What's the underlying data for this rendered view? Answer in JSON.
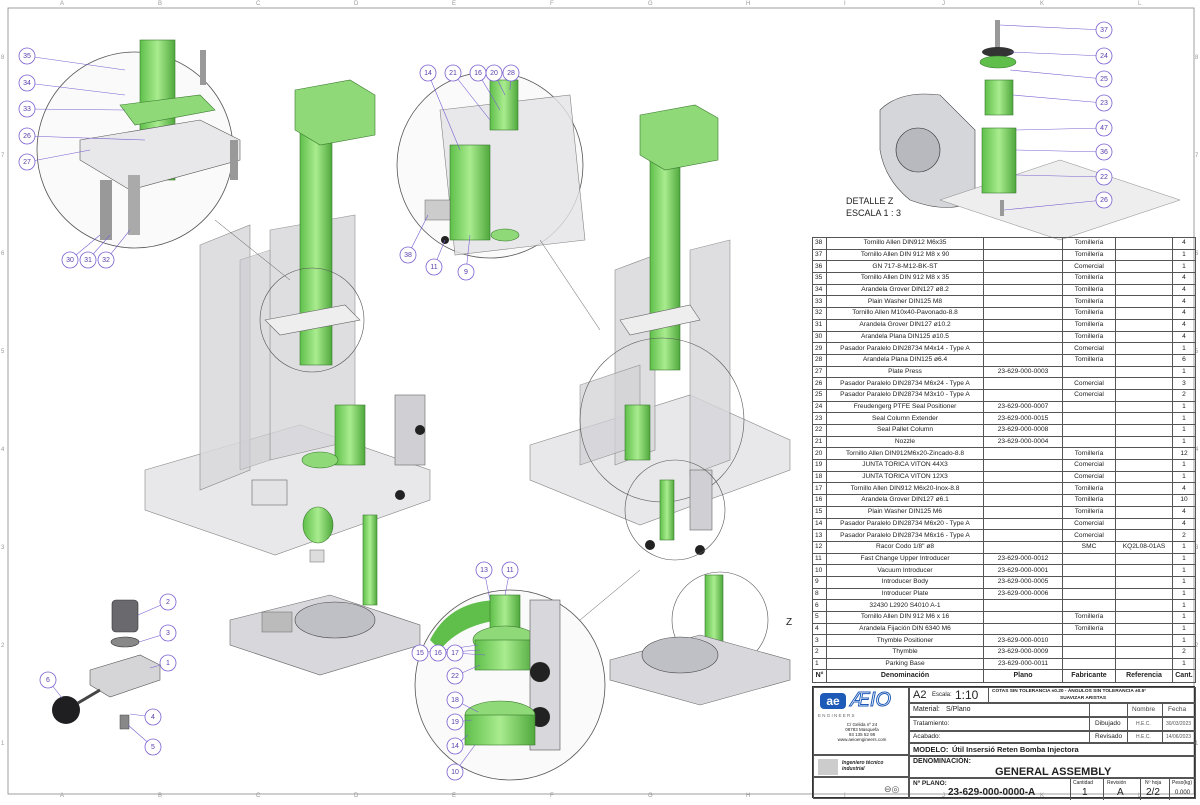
{
  "frame": {
    "columns": [
      "A",
      "B",
      "C",
      "D",
      "E",
      "F",
      "G",
      "H",
      "I",
      "J",
      "K",
      "L"
    ],
    "rows": [
      "8",
      "7",
      "6",
      "5",
      "4",
      "3",
      "2",
      "1"
    ]
  },
  "detail_z": {
    "title": "DETALLE Z",
    "scale": "ESCALA 1 : 3",
    "view_marker": "Z"
  },
  "balloons": [
    "35",
    "34",
    "33",
    "26",
    "27",
    "30",
    "31",
    "32",
    "14",
    "21",
    "16",
    "20",
    "28",
    "38",
    "11",
    "9",
    "37",
    "24",
    "25",
    "23",
    "47",
    "36",
    "22",
    "26",
    "2",
    "3",
    "1",
    "6",
    "4",
    "5",
    "13",
    "11",
    "15",
    "16",
    "17",
    "22",
    "18",
    "19",
    "14",
    "10"
  ],
  "bom": {
    "headers": [
      "N°",
      "Denominación",
      "Plano",
      "Fabricante",
      "Referencia",
      "Cant."
    ],
    "rows": [
      [
        "38",
        "Tornillo Allen DIN912 M6x35",
        "",
        "Tornillería",
        "",
        "4"
      ],
      [
        "37",
        "Tornillo Allen DIN 912 M8 x 90",
        "",
        "Tornillería",
        "",
        "1"
      ],
      [
        "36",
        "GN 717-8-M12-BK-ST",
        "",
        "Comercial",
        "",
        "1"
      ],
      [
        "35",
        "Tornillo Allen DIN 912 M8 x 35",
        "",
        "Tornillería",
        "",
        "4"
      ],
      [
        "34",
        "Arandela Grover DIN127 ø8.2",
        "",
        "Tornillería",
        "",
        "4"
      ],
      [
        "33",
        "Plain Washer DIN125 M8",
        "",
        "Tornillería",
        "",
        "4"
      ],
      [
        "32",
        "Tornillo Allen M10x40-Pavonado-8.8",
        "",
        "Tornillería",
        "",
        "4"
      ],
      [
        "31",
        "Arandela Grover DIN127 ø10.2",
        "",
        "Tornillería",
        "",
        "4"
      ],
      [
        "30",
        "Arandela Plana DIN125 ø10.5",
        "",
        "Tornillería",
        "",
        "4"
      ],
      [
        "29",
        "Pasador Paralelo DIN28734 M4x14 - Type A",
        "",
        "Comercial",
        "",
        "1"
      ],
      [
        "28",
        "Arandela Plana DIN125 ø6.4",
        "",
        "Tornillería",
        "",
        "6"
      ],
      [
        "27",
        "Plate Press",
        "23-629-000-0003",
        "",
        "",
        "1"
      ],
      [
        "26",
        "Pasador Paralelo DIN28734 M6x24 - Type A",
        "",
        "Comercial",
        "",
        "3"
      ],
      [
        "25",
        "Pasador Paralelo DIN28734 M3x10 - Type A",
        "",
        "Comercial",
        "",
        "2"
      ],
      [
        "24",
        "Freudengerg PTFE Seal Positioner",
        "23-629-000-0007",
        "",
        "",
        "1"
      ],
      [
        "23",
        "Seal Column Extender",
        "23-629-000-0015",
        "",
        "",
        "1"
      ],
      [
        "22",
        "Seal Pallet Column",
        "23-629-000-0008",
        "",
        "",
        "1"
      ],
      [
        "21",
        "Nozzle",
        "23-629-000-0004",
        "",
        "",
        "1"
      ],
      [
        "20",
        "Tornillo Allen DIN912M6x20-Zincado-8.8",
        "",
        "Tornillería",
        "",
        "12"
      ],
      [
        "19",
        "JUNTA TORICA VITON 44X3",
        "",
        "Comercial",
        "",
        "1"
      ],
      [
        "18",
        "JUNTA TORICA VITON 12X3",
        "",
        "Comercial",
        "",
        "1"
      ],
      [
        "17",
        "Tornillo Allen DIN912 M6x20-Inox-8.8",
        "",
        "Tornillería",
        "",
        "4"
      ],
      [
        "16",
        "Arandela Grover DIN127 ø6.1",
        "",
        "Tornillería",
        "",
        "10"
      ],
      [
        "15",
        "Plain Washer DIN125 M6",
        "",
        "Tornillería",
        "",
        "4"
      ],
      [
        "14",
        "Pasador Paralelo DIN28734 M6x20 - Type A",
        "",
        "Comercial",
        "",
        "4"
      ],
      [
        "13",
        "Pasador Paralelo DIN28734 M6x16 - Type A",
        "",
        "Comercial",
        "",
        "2"
      ],
      [
        "12",
        "Racor Codo 1/8\" ø8",
        "",
        "SMC",
        "KQ2L08-01AS",
        "1"
      ],
      [
        "11",
        "Fast Change Upper Introducer",
        "23-629-000-0012",
        "",
        "",
        "1"
      ],
      [
        "10",
        "Vacuum Introducer",
        "23-629-000-0001",
        "",
        "",
        "1"
      ],
      [
        "9",
        "Introducer Body",
        "23-629-000-0005",
        "",
        "",
        "1"
      ],
      [
        "8",
        "Introducer Plate",
        "23-629-000-0006",
        "",
        "",
        "1"
      ],
      [
        "6",
        "32430 L2920 S4010 A-1",
        "",
        "",
        "",
        "1"
      ],
      [
        "5",
        "Tornillo Allen DIN 912 M6 x 16",
        "",
        "Tornillería",
        "",
        "1"
      ],
      [
        "4",
        "Arandela Fijación DIN 6340 M6",
        "",
        "Tornillería",
        "",
        "1"
      ],
      [
        "3",
        "Thymble Positioner",
        "23-629-000-0010",
        "",
        "",
        "1"
      ],
      [
        "2",
        "Thymble",
        "23-629-000-0009",
        "",
        "",
        "2"
      ],
      [
        "1",
        "Parking Base",
        "23-629-000-0011",
        "",
        "",
        "1"
      ]
    ]
  },
  "title_block": {
    "logo_mark": "ae",
    "logo_text": "ÆIO",
    "logo_sub": "E N G I N E E R S",
    "address": [
      "C/ Gelida nº 24",
      "08783 Masquefa",
      "93 135 52 98",
      "www.aeioengineers.com"
    ],
    "stamp": "Ingeniero técnico industrial",
    "format": "A2",
    "scale_label": "Escala:",
    "scale": "1:10",
    "tolerance": "COTAS SIN TOLERANCIA ±0.20  -  ÁNGULOS SIN TOLERANCIA ±0.5°",
    "tolerance2": "SUAVIZAR ARISTAS",
    "material_label": "Material:",
    "material": "S/Plano",
    "nombre_label": "Nombre",
    "fecha_label": "Fecha",
    "tratamiento_label": "Tratamiento:",
    "acabado_label": "Acabado:",
    "dibujado_label": "Dibujado",
    "dibujado_nombre": "H.E.C.",
    "dibujado_fecha": "30/03/2023",
    "revisado_label": "Revisado",
    "revisado_nombre": "H.E.C.",
    "revisado_fecha": "14/06/2023",
    "modelo_label": "MODELO:",
    "modelo": "Útil Insersió Reten Bomba Injectora",
    "denominacion_label": "DENOMINACIÓN:",
    "denominacion": "GENERAL ASSEMBLY",
    "plano_label": "Nº PLANO:",
    "plano": "23-629-000-0000-A",
    "cantidad_label": "Cantidad",
    "cantidad": "1",
    "revision_label": "Revisión",
    "revision": "A",
    "hoja_label": "Nº hoja",
    "hoja": "2/2",
    "peso_label": "Peso(kg)",
    "peso": "0.000"
  }
}
